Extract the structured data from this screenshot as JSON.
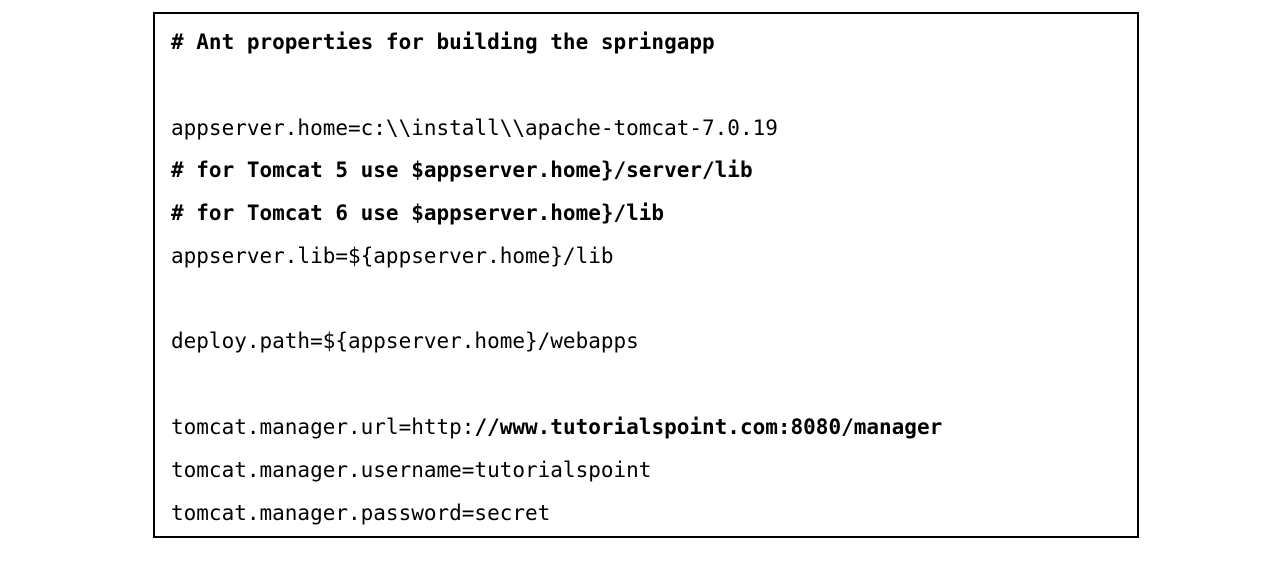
{
  "document": {
    "lines": [
      {
        "text": "# Ant properties for building the springapp",
        "bold": true
      },
      {
        "text": "appserver.home=c:\\\\install\\\\apache-tomcat-7.0.19",
        "bold": false
      },
      {
        "text": "# for Tomcat 5 use $appserver.home}/server/lib",
        "bold": true
      },
      {
        "text": "# for Tomcat 6 use $appserver.home}/lib",
        "bold": true
      },
      {
        "text": "appserver.lib=${appserver.home}/lib",
        "bold": false
      },
      {
        "text": "deploy.path=${appserver.home}/webapps",
        "bold": false
      },
      {
        "prefix": "tomcat.manager.url=http:",
        "suffix": "//www.tutorialspoint.com:8080/manager"
      },
      {
        "text": "tomcat.manager.username=tutorialspoint",
        "bold": false
      },
      {
        "text": "tomcat.manager.password=secret",
        "bold": false
      }
    ]
  }
}
